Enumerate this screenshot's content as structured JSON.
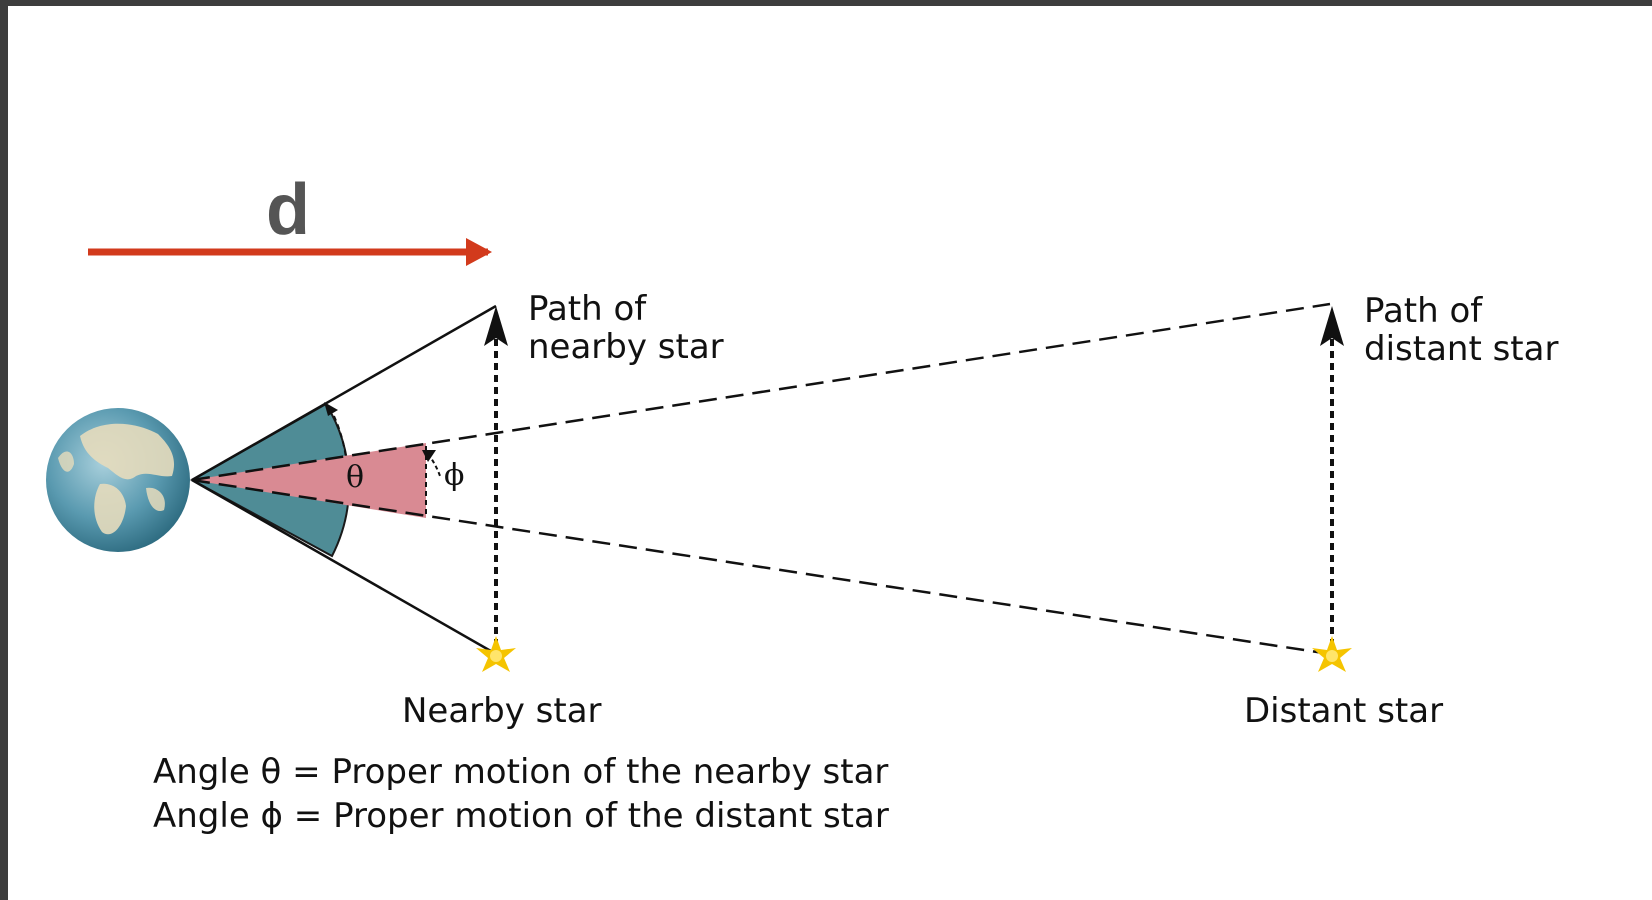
{
  "arrow_label": "d",
  "nearby_path_label": [
    "Path of",
    "nearby star"
  ],
  "distant_path_label": [
    "Path of",
    "distant star"
  ],
  "nearby_star_label": "Nearby star",
  "distant_star_label": "Distant star",
  "theta_symbol": "θ",
  "phi_symbol": "ϕ",
  "captions": [
    "Angle θ = Proper motion of the nearby star",
    "Angle ϕ = Proper motion of the distant star"
  ],
  "colors": {
    "arrow": "#d23a1c",
    "theta_wedge": "#4f8c96",
    "phi_wedge": "#d98a93",
    "star": "#f5c400",
    "earth_ocean": "#5a9ab0",
    "earth_land": "#e6dcbc"
  }
}
